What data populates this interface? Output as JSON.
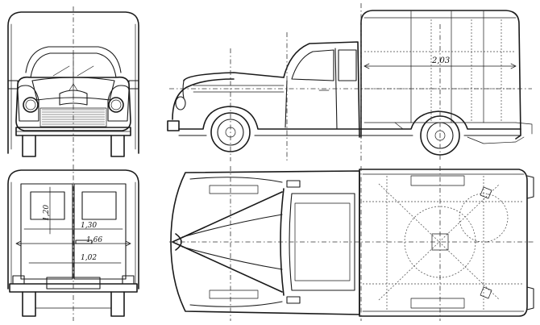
{
  "views": {
    "front": {
      "name": "front-view"
    },
    "side": {
      "name": "side-view"
    },
    "rear": {
      "name": "rear-view"
    },
    "top": {
      "name": "top-view"
    }
  },
  "dimensions": {
    "box_length": "2,03",
    "rear_height": "1,20",
    "rear_width_upper": "1,30",
    "rear_width_mid": "1,66",
    "rear_width_lower": "1,02"
  }
}
